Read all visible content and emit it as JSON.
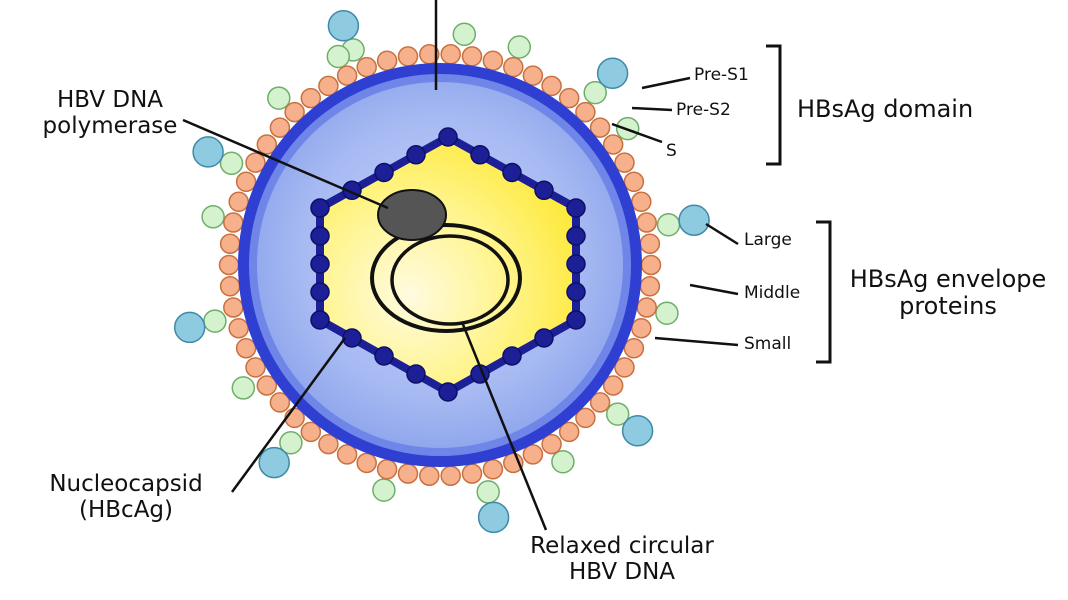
{
  "labels": {
    "polymerase": [
      "HBV DNA",
      "polymerase"
    ],
    "nucleocapsid": [
      "Nucleocapsid",
      "(HBcAg)"
    ],
    "relaxed_dna": [
      "Relaxed circular",
      "HBV DNA"
    ],
    "pre_s1": "Pre-S1",
    "pre_s2": "Pre-S2",
    "s": "S",
    "domain_group": "HBsAg domain",
    "large": "Large",
    "middle": "Middle",
    "small": "Small",
    "envelope_group": [
      "HBsAg envelope",
      "proteins"
    ]
  },
  "colors": {
    "background": "#ffffff",
    "outer_membrane": "#2f3fd1",
    "inner_fill": "#9fb3f0",
    "nucleocapsid": "#1c1f96",
    "core_fill": "#fff27a",
    "polymerase": "#555555",
    "lipid_bead": "#f6b08c",
    "protein_green": "#d5f2cf",
    "protein_blue": "#8ecae0"
  }
}
